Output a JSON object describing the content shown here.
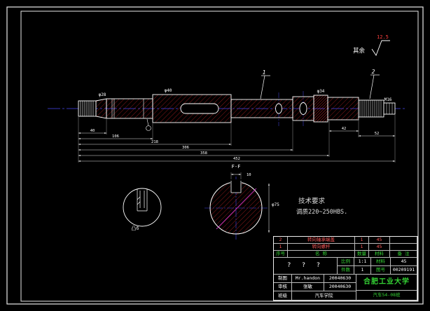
{
  "surface": {
    "label": "其余",
    "value": "12.5"
  },
  "balloons": {
    "b1": "1",
    "b2": "2"
  },
  "tech": {
    "title": "技术要求",
    "body": "调质220~250HBS."
  },
  "details": {
    "small_label": "凸6",
    "large_label": "F-F",
    "keyway_dim": "10",
    "dia": "φ75"
  },
  "dims": {
    "top": [
      "φ28",
      "φ40",
      "φ34",
      "M16"
    ],
    "bottom": [
      "40",
      "106",
      "218",
      "306",
      "358",
      "452"
    ],
    "right": [
      "42",
      "52"
    ]
  },
  "titleblock": {
    "parts": [
      {
        "no": "2",
        "name": "转向轴承端盖",
        "qty": "1",
        "mat": "45",
        "note": ""
      },
      {
        "no": "1",
        "name": "转向螺杆",
        "qty": "1",
        "mat": "45",
        "note": ""
      }
    ],
    "header": {
      "no": "序号",
      "name": "名  称",
      "qty": "数量",
      "mat": "材料",
      "note": "备 注"
    },
    "title": "?  ?  ?",
    "info": {
      "scale_label": "比例",
      "scale": "1:1",
      "qty_label": "件数",
      "qty": "1",
      "mat_label": "材料",
      "mat": "45",
      "no_label": "图号",
      "no": "00209191"
    },
    "rows": [
      {
        "label": "制图",
        "name": "Mr.handon",
        "date": "20040630"
      },
      {
        "label": "审核",
        "name": "张敏",
        "date": "20040630"
      },
      {
        "label": "班级",
        "name": "汽车学院",
        "date": ""
      }
    ],
    "school": "合肥工业大学",
    "class": "汽车54-08班"
  }
}
